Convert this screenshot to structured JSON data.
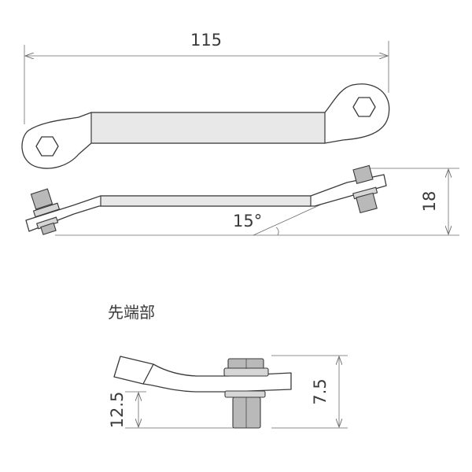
{
  "dimensions": {
    "length": "115",
    "height": "18",
    "angle": "15°",
    "tip_offset": "12.5",
    "tip_thickness": "7.5"
  },
  "tip_section": {
    "title": "先端部"
  }
}
